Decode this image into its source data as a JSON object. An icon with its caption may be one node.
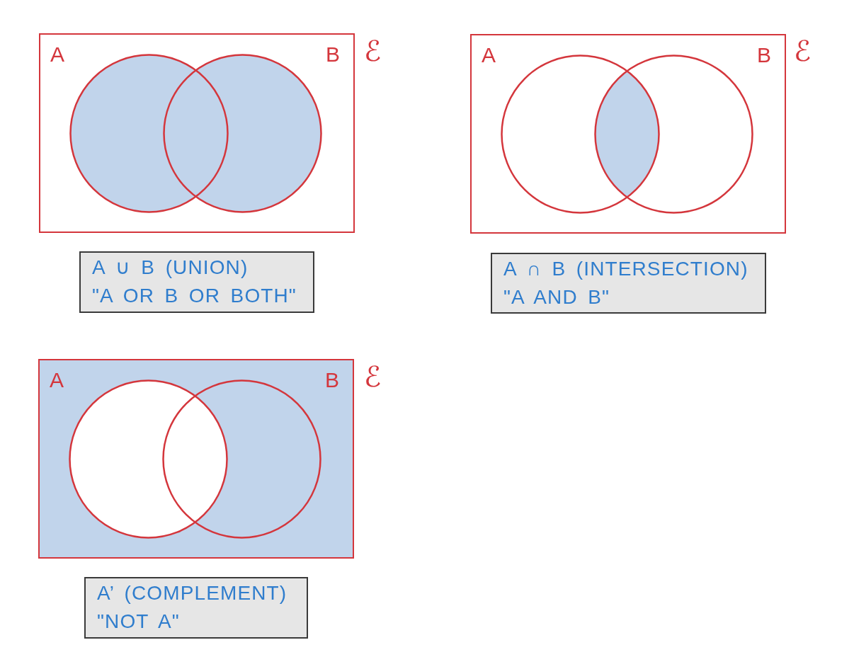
{
  "diagram": {
    "nodes": [
      {
        "text": [],
        "shape": "box",
        "beside": [
          "ℰ"
        ]
      },
      {
        "text": [],
        "shape": "circle",
        "in": 0,
        "beside": [
          "A"
        ]
      },
      {
        "text": [],
        "shape": "circle",
        "in": 0,
        "beside": [
          "B"
        ]
      },
      {
        "text": [],
        "shape": "box",
        "beside": [
          "ℰ"
        ]
      },
      {
        "text": [],
        "shape": "circle",
        "in": 3,
        "beside": [
          "A"
        ]
      },
      {
        "text": [],
        "shape": "circle",
        "in": 3,
        "beside": [
          "B"
        ]
      },
      {
        "text": [
          "A ∪ B (UNION)",
          "\"A OR B OR BOTH\""
        ]
      },
      {
        "text": [
          "A ∩ B (INTERSECTION)",
          "\"A AND B\""
        ]
      },
      {
        "text": [],
        "shape": "box",
        "beside": [
          "ℰ"
        ]
      },
      {
        "text": [],
        "shape": "circle",
        "in": 8,
        "beside": [
          "A"
        ]
      },
      {
        "text": [],
        "shape": "circle",
        "in": 8,
        "beside": [
          "B"
        ]
      },
      {
        "text": [
          "A’ (COMPLEMENT)",
          "\"NOT A\""
        ]
      }
    ]
  }
}
